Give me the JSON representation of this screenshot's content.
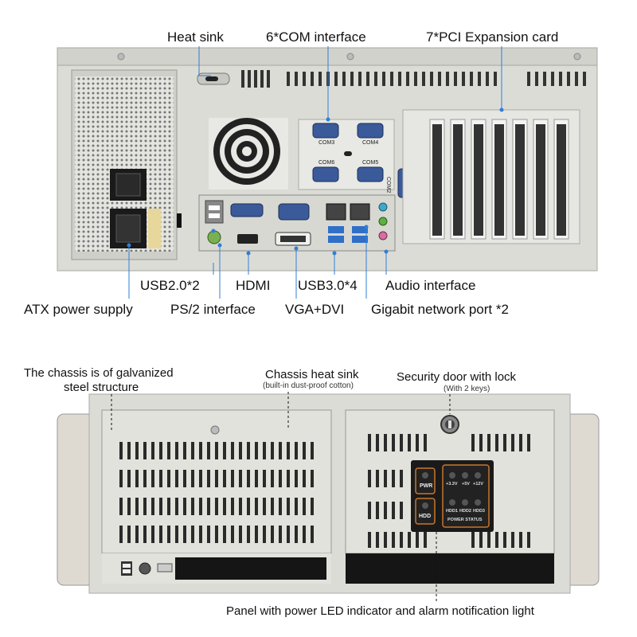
{
  "rear_labels": {
    "heat_sink": "Heat sink",
    "com_interface": "6*COM interface",
    "pci_card": "7*PCI Expansion card",
    "usb2": "USB2.0*2",
    "hdmi": "HDMI",
    "usb3": "USB3.0*4",
    "audio": "Audio interface",
    "atx": "ATX power supply",
    "ps2": "PS/2 interface",
    "vga_dvi": "VGA+DVI",
    "gigabit": "Gigabit network port *2"
  },
  "com_port_labels": [
    "COM3",
    "COM4",
    "COM6",
    "COM5",
    "COM2"
  ],
  "front_labels": {
    "chassis_line1": "The chassis is of galvanized",
    "chassis_line2": "steel structure",
    "heat_sink": "Chassis heat sink",
    "heat_sink_sub": "(built-in dust-proof cotton)",
    "security": "Security door with lock",
    "security_sub": "(With 2 keys)",
    "panel": "Panel with power LED indicator and alarm notification light"
  },
  "panel_buttons": {
    "pwr": "PWR",
    "hdd": "HDD"
  },
  "status_panel": {
    "volt_labels": [
      "+3.3V",
      "+5V",
      "+12V"
    ],
    "hdd_labels": [
      "HDD1",
      "HDD2",
      "HDD3"
    ],
    "title": "POWER STATUS"
  },
  "colors": {
    "chassis": "#dcdcd6",
    "callout": "#2f7fd6",
    "panel": "#1a1a1a"
  }
}
